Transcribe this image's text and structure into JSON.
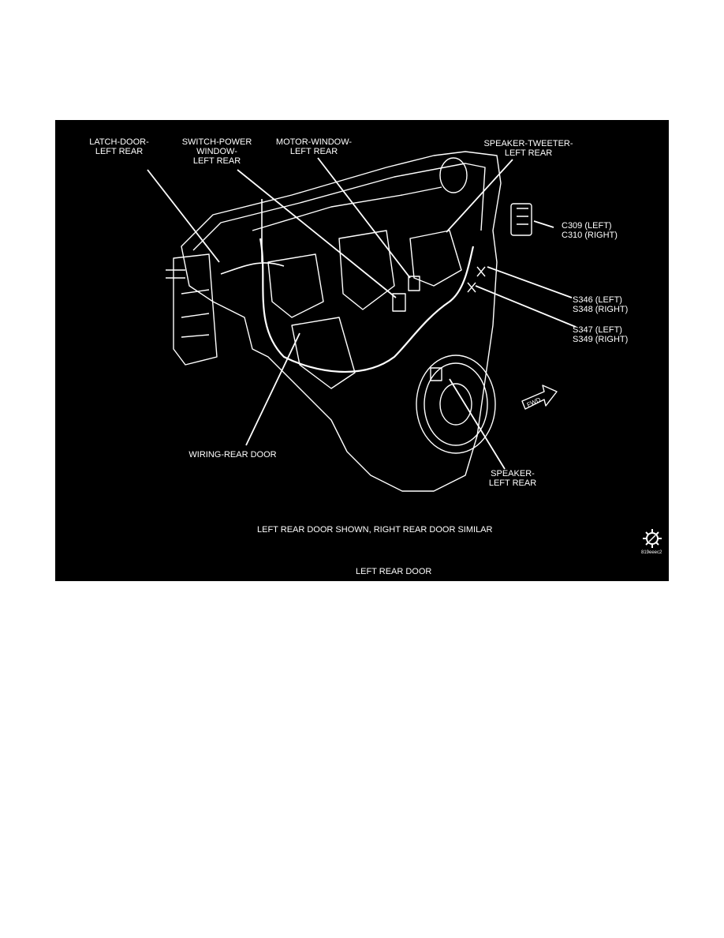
{
  "figure": {
    "labels": {
      "latch_door": "LATCH-DOOR-\nLEFT REAR",
      "switch_power_window": "SWITCH-POWER\nWINDOW-\nLEFT REAR",
      "motor_window": "MOTOR-WINDOW-\nLEFT REAR",
      "speaker_tweeter": "SPEAKER-TWEETER-\nLEFT REAR",
      "connector_c309_c310": "C309 (LEFT)\nC310 (RIGHT)",
      "splice_s346_s348": "S346 (LEFT)\nS348 (RIGHT)",
      "splice_s347_s349": "S347 (LEFT)\nS349 (RIGHT)",
      "wiring_rear_door": "WIRING-REAR DOOR",
      "speaker": "SPEAKER-\nLEFT REAR"
    },
    "fwd_arrow": "FWD",
    "note": "LEFT REAR DOOR SHOWN, RIGHT REAR DOOR SIMILAR",
    "figure_id": "819eeec2",
    "caption": "LEFT REAR DOOR"
  },
  "colors": {
    "background": "#000000",
    "linework": "#ffffff",
    "page": "#ffffff"
  },
  "icons": [
    "gear-icon",
    "fwd-arrow-icon"
  ]
}
